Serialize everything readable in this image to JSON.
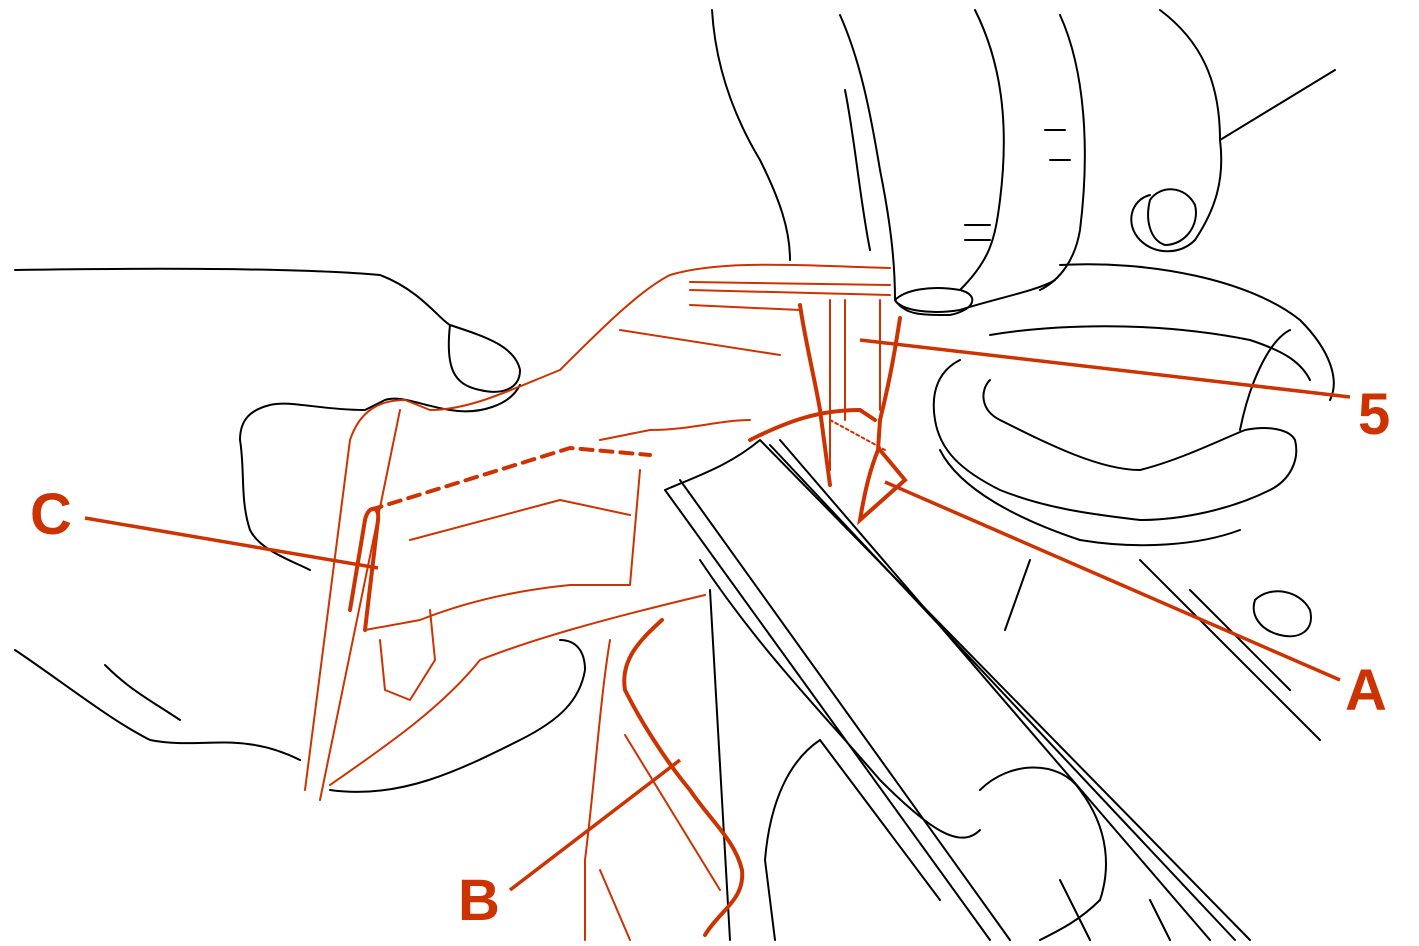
{
  "diagram": {
    "description_labels": [
      "5",
      "A",
      "B",
      "C"
    ],
    "labels": {
      "five": "5",
      "a": "A",
      "b": "B",
      "c": "C"
    },
    "colors": {
      "highlight": "#cc3300",
      "outline": "#000000"
    }
  }
}
